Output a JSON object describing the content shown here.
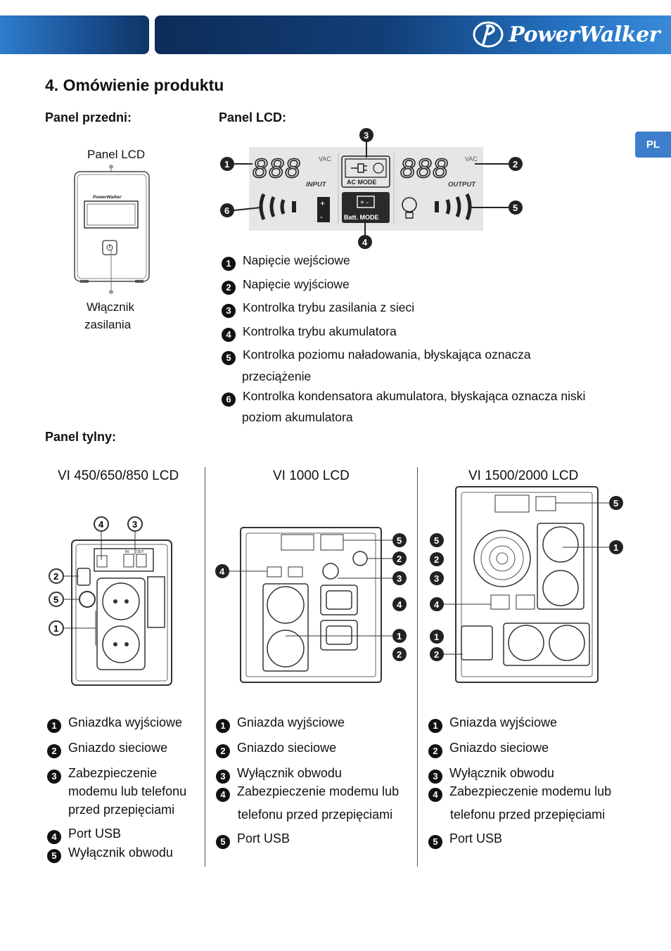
{
  "header": {
    "brand": "PowerWalker"
  },
  "lang_tab": "PL",
  "section_title": "4. Omówienie produktu",
  "front": {
    "heading": "Panel przedni:",
    "lcd_label": "Panel LCD",
    "switch_label_1": "Włącznik",
    "switch_label_2": "zasilania",
    "device_brand": "PowerWalker"
  },
  "lcd": {
    "heading": "Panel LCD:",
    "digits_left": "888",
    "digits_right": "888",
    "vac": "VAC",
    "input": "INPUT",
    "output": "OUTPUT",
    "ac_mode": "AC MODE",
    "batt_mode": "Batt. MODE",
    "items": [
      {
        "num": "1",
        "text": "Napięcie wejściowe"
      },
      {
        "num": "2",
        "text": "Napięcie wyjściowe"
      },
      {
        "num": "3",
        "text": "Kontrolka trybu zasilania z sieci"
      },
      {
        "num": "4",
        "text": "Kontrolka trybu akumulatora"
      },
      {
        "num": "5",
        "text": "Kontrolka poziomu naładowania, błyskająca oznacza",
        "cont": "przeciążenie"
      },
      {
        "num": "6",
        "text": "Kontrolka kondensatora akumulatora, błyskająca oznacza niski",
        "cont": "poziom akumulatora"
      }
    ]
  },
  "rear": {
    "heading": "Panel tylny:",
    "models": [
      {
        "title": "VI 450/650/850 LCD",
        "items": [
          {
            "num": "1",
            "text": "Gniazdka wyjściowe"
          },
          {
            "num": "2",
            "text": "Gniazdo sieciowe"
          },
          {
            "num": "3",
            "text": "Zabezpieczenie",
            "cont": [
              "modemu lub telefonu",
              "przed przepięciami"
            ]
          },
          {
            "num": "4",
            "text": "Port USB"
          },
          {
            "num": "5",
            "text": "Wyłącznik obwodu"
          }
        ]
      },
      {
        "title": "VI 1000 LCD",
        "items": [
          {
            "num": "1",
            "text": "Gniazda wyjściowe"
          },
          {
            "num": "2",
            "text": "Gniazdo sieciowe"
          },
          {
            "num": "3",
            "text": "Wyłącznik obwodu"
          },
          {
            "num": "4",
            "text": "Zabezpieczenie modemu lub",
            "cont": [
              "telefonu przed przepięciami"
            ]
          },
          {
            "num": "5",
            "text": "Port USB"
          }
        ]
      },
      {
        "title": "VI 1500/2000 LCD",
        "items": [
          {
            "num": "1",
            "text": "Gniazda wyjściowe"
          },
          {
            "num": "2",
            "text": "Gniazdo sieciowe"
          },
          {
            "num": "3",
            "text": "Wyłącznik obwodu"
          },
          {
            "num": "4",
            "text": "Zabezpieczenie modemu lub",
            "cont": [
              "telefonu przed przepięciami"
            ]
          },
          {
            "num": "5",
            "text": "Port USB"
          }
        ]
      }
    ],
    "port_in": "IN",
    "port_out": "OUT"
  }
}
